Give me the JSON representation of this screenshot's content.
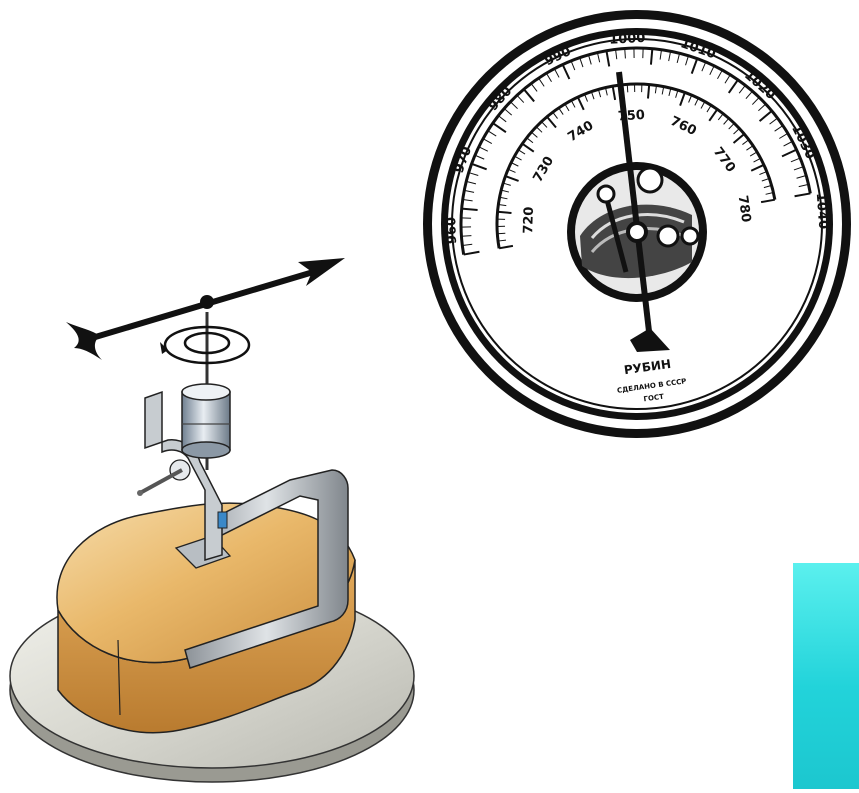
{
  "barometer": {
    "outer_scale": [
      "960",
      "970",
      "980",
      "990",
      "1000",
      "1010",
      "1020",
      "1030",
      "1040"
    ],
    "inner_scale": [
      "720",
      "730",
      "740",
      "750",
      "760",
      "770",
      "780"
    ],
    "brand": "РУБИН",
    "caption_line_1": "СДЕЛАНО В СССР",
    "caption_line_2": "ГОСТ"
  },
  "aneroid_mechanism": {
    "pointer_icon": "arrow-pointer-icon",
    "rotation_icon": "circular-rotation-icon"
  },
  "colors": {
    "capsule_body": "#e9b86a",
    "base_plate": "#d8d8d0",
    "cyan_accent": "#2fd9dd",
    "outline": "#111111"
  }
}
